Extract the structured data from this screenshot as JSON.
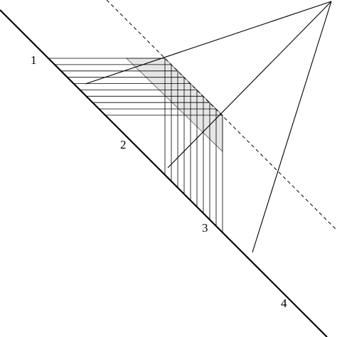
{
  "labels": {
    "l1": "1",
    "l2": "2",
    "l3": "3",
    "l4": "4"
  },
  "colors": {
    "stroke": "#000000",
    "shade": "#e6e6e6",
    "background": "#ffffff"
  },
  "grid": {
    "horizontal_lines": 10,
    "vertical_lines": 10
  }
}
